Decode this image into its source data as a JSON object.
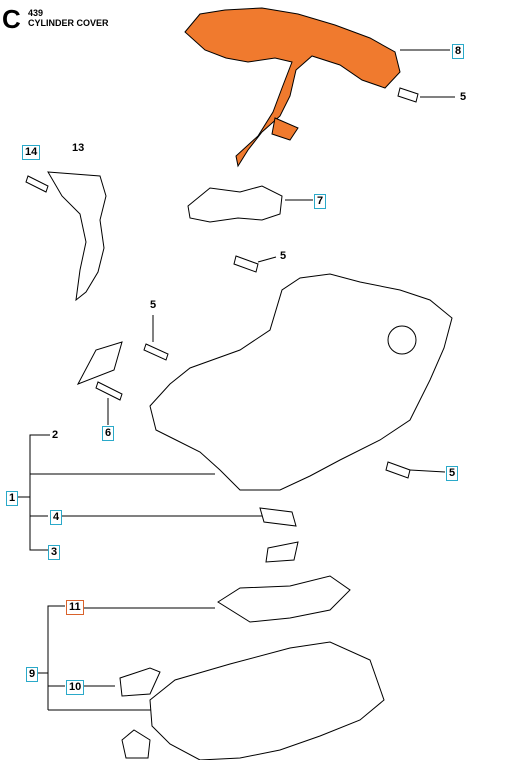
{
  "header": {
    "section_letter": "C",
    "model": "439",
    "title": "CYLINDER COVER"
  },
  "colors": {
    "highlight_fill": "#f07a2e",
    "callout_border": "#2aa9c9",
    "callout_highlight_border": "#d9622b",
    "line": "#000000"
  },
  "callouts": [
    {
      "label": "8",
      "style": "boxed"
    },
    {
      "label": "5",
      "style": "plain"
    },
    {
      "label": "14",
      "style": "boxed"
    },
    {
      "label": "13",
      "style": "plain"
    },
    {
      "label": "7",
      "style": "boxed"
    },
    {
      "label": "5",
      "style": "plain"
    },
    {
      "label": "5",
      "style": "plain"
    },
    {
      "label": "2",
      "style": "plain"
    },
    {
      "label": "6",
      "style": "boxed"
    },
    {
      "label": "1",
      "style": "boxed"
    },
    {
      "label": "5",
      "style": "boxed"
    },
    {
      "label": "4",
      "style": "boxed"
    },
    {
      "label": "3",
      "style": "boxed"
    },
    {
      "label": "11",
      "style": "boxed-highlight"
    },
    {
      "label": "9",
      "style": "boxed"
    },
    {
      "label": "10",
      "style": "boxed"
    }
  ]
}
